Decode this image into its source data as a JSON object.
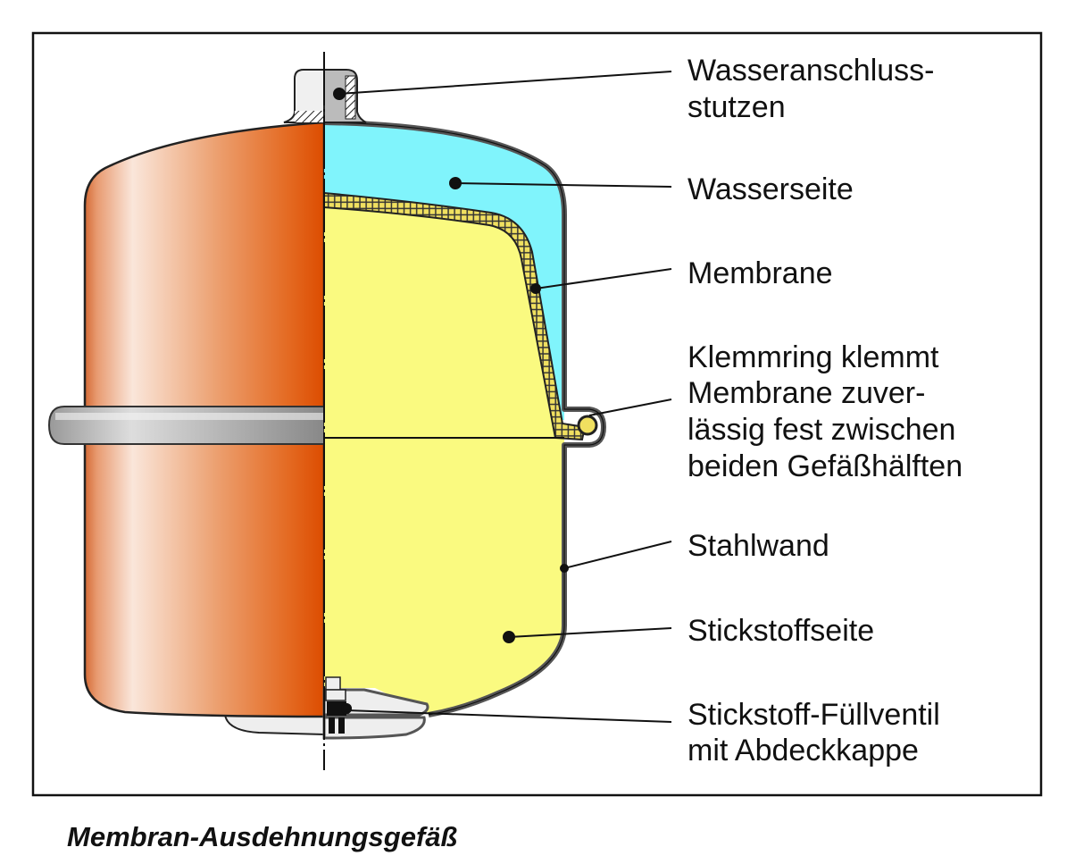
{
  "labels": {
    "connection": [
      "Wasseranschluss-",
      "stutzen"
    ],
    "water_side": "Wasserseite",
    "membrane": "Membrane",
    "clamp_ring": [
      "Klemmring klemmt",
      "Membrane zuver-",
      "lässig fest zwischen",
      "beiden Gefäßhälften"
    ],
    "steel_wall": "Stahlwand",
    "nitrogen_side": "Stickstoffseite",
    "fill_valve": [
      "Stickstoff-Füllventil",
      "mit Abdeckkappe"
    ]
  },
  "caption": "Membran-Ausdehnungsgefäß",
  "colors": {
    "water": "#80f4fc",
    "nitrogen": "#fafa80",
    "shell_dark": "#e05000",
    "shell_light": "#f8e2d4",
    "steel": "#555555"
  }
}
